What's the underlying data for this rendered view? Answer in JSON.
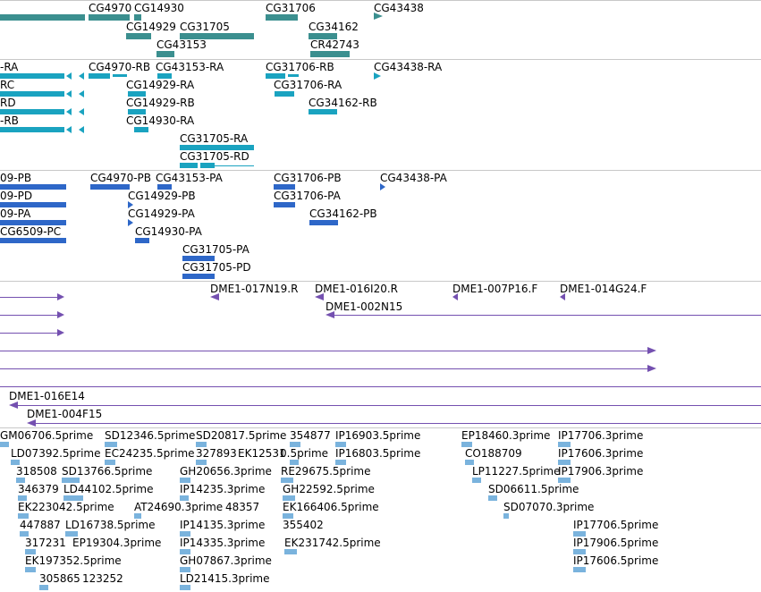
{
  "colors": {
    "gene": "#3b8f8f",
    "transcript": "#1aa3c0",
    "protein": "#2e67c8",
    "clone": "#7450b0",
    "est": "#7ab3dd",
    "separator": "#c8c8c8"
  },
  "gene_track": {
    "labels": [
      "CG4970",
      "CG14930",
      "CG31706",
      "CG43438",
      "CG14929",
      "CG31705",
      "CG34162",
      "CG43153",
      "CR42743"
    ]
  },
  "transcript_track": {
    "labels": [
      "-RA",
      "CG4970-RB",
      "CG43153-RA",
      "CG31706-RB",
      "CG43438-RA",
      "RC",
      "CG14929-RA",
      "CG31706-RA",
      "RD",
      "CG14929-RB",
      "CG34162-RB",
      "-RB",
      "CG14930-RA",
      "CG31705-RA",
      "CG31705-RD"
    ]
  },
  "protein_track": {
    "labels": [
      "09-PB",
      "CG4970-PB",
      "CG43153-PA",
      "CG31706-PB",
      "CG43438-PA",
      "09-PD",
      "CG14929-PB",
      "CG31706-PA",
      "09-PA",
      "CG14929-PA",
      "CG34162-PB",
      "CG6509-PC",
      "CG14930-PA",
      "CG31705-PA",
      "CG31705-PD"
    ]
  },
  "clone_track": {
    "labels": [
      "DME1-017N19.R",
      "DME1-016I20.R",
      "DME1-007P16.F",
      "DME1-014G24.F",
      "DME1-002N15",
      "DME1-016E14",
      "DME1-004F15"
    ]
  },
  "est_track": {
    "labels": [
      "GM06706.5prime",
      "SD12346.5prime",
      "SD20817.5prime",
      "354877",
      "IP16903.5prime",
      "EP18460.3prime",
      "IP17706.3prime",
      "LD07392.5prime",
      "EC24235.5prime",
      "327893",
      "EK12531",
      "0.5prime",
      "IP16803.5prime",
      "CO188709",
      "IP17606.3prime",
      "318508",
      "SD13766.5prime",
      "GH20656.3prime",
      "RE29675.5prime",
      "LP11227.5prime",
      "IP17906.3prime",
      "346379",
      "LD44102.5prime",
      "IP14235.3prime",
      "GH22592.5prime",
      "SD06611.5prime",
      "EK223042.5prime",
      "AT24690.3prime",
      "48357",
      "EK166406.5prime",
      "SD07070.3prime",
      "447887",
      "LD16738.5prime",
      "IP14135.3prime",
      "355402",
      "IP17706.5prime",
      "317231",
      "EP19304.3prime",
      "IP14335.3prime",
      "EK231742.5prime",
      "IP17906.5prime",
      "EK197352.5prime",
      "GH07867.3prime",
      "IP17606.5prime",
      "305865",
      "123252",
      "LD21415.3prime"
    ]
  }
}
